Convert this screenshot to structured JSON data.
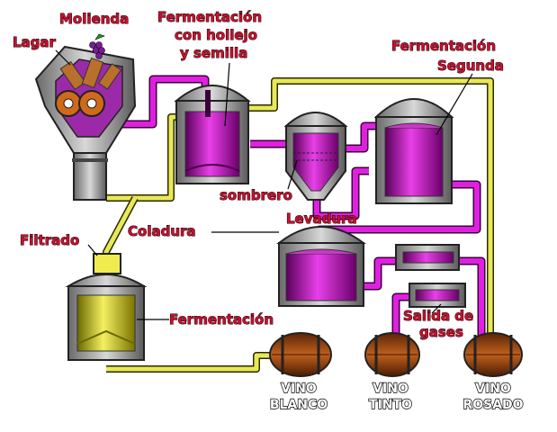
{
  "labels": {
    "molienda": "Molienda",
    "lagar": "Lagar",
    "fermentacion_hollejo_1": "Fermentación",
    "fermentacion_hollejo_2": "con hollejo",
    "fermentacion_hollejo_3": "y semilla",
    "fermentacion_segunda_1": "Fermentación",
    "fermentacion_segunda_2": "Segunda",
    "sombrero": "sombrero",
    "levadura": "Levadura",
    "coladura": "Coladura",
    "filtrado": "Filtrado",
    "fermentacion": "Fermentación",
    "salida_gases_1": "Salida de",
    "salida_gases_2": "gases"
  },
  "wines": {
    "blanco_1": "VINO",
    "blanco_2": "BLANCO",
    "tinto_1": "VINO",
    "tinto_2": "TINTO",
    "rosado_1": "VINO",
    "rosado_2": "ROSADO"
  },
  "colors": {
    "red_wine": "#d020d0",
    "white_wine": "#e8e020",
    "tank_gray": "#8a8a8a",
    "barrel_brown": "#a04a14",
    "label_red": "#c8102e"
  }
}
